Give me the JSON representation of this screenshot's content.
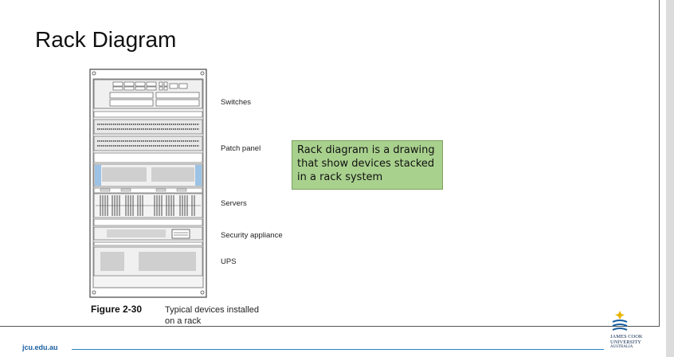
{
  "slide": {
    "title": "Rack Diagram"
  },
  "rack": {
    "labels": {
      "switches": "Switches",
      "patch_panel": "Patch panel",
      "servers": "Servers",
      "security_appliance": "Security appliance",
      "ups": "UPS"
    }
  },
  "callout": {
    "lines": [
      "Rack diagram is a drawing",
      "that show devices stacked",
      "in a rack system"
    ],
    "color": "#a9d18e"
  },
  "figure": {
    "number": "Figure 2-30",
    "caption_line1": "Typical devices installed",
    "caption_line2": "on a rack"
  },
  "footer": {
    "url": "jcu.edu.au",
    "line_color": "#2a84c6"
  },
  "logo": {
    "line1": "JAMES COOK",
    "line2": "UNIVERSITY",
    "line3": "AUSTRALIA",
    "icon": "jcu-crest-icon"
  }
}
